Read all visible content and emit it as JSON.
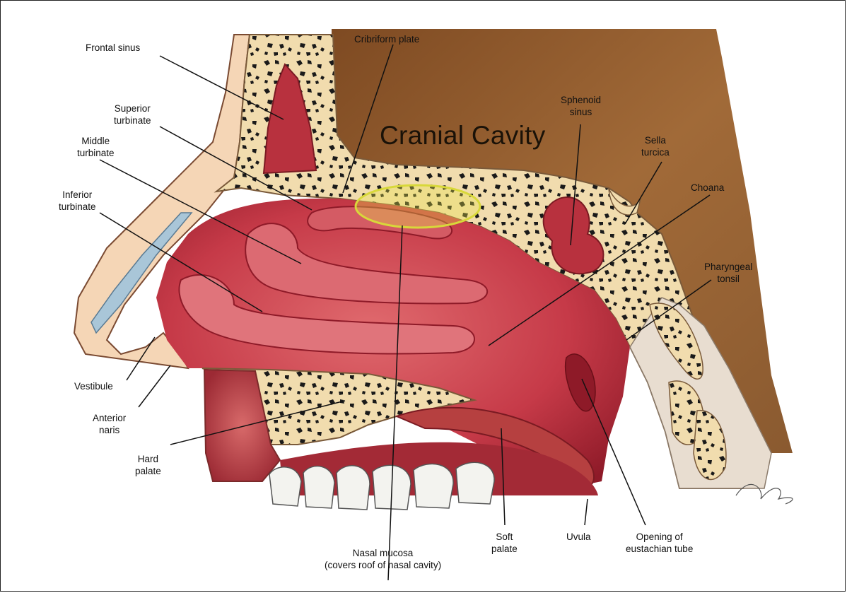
{
  "title": "Cranial Cavity",
  "labels": {
    "frontal_sinus": "Frontal sinus",
    "cribriform_plate": "Cribriform plate",
    "superior_turbinate": "Superior\nturbinate",
    "middle_turbinate": "Middle\nturbinate",
    "inferior_turbinate": "Inferior\nturbinate",
    "sphenoid_sinus": "Sphenoid\nsinus",
    "sella_turcica": "Sella\nturcica",
    "choana": "Choana",
    "pharyngeal_tonsil": "Pharyngeal\ntonsil",
    "vestibule": "Vestibule",
    "anterior_naris": "Anterior\nnaris",
    "hard_palate": "Hard\npalate",
    "nasal_mucosa": "Nasal mucosa\n(covers roof of nasal cavity)",
    "soft_palate": "Soft\npalate",
    "uvula": "Uvula",
    "eustachian_tube": "Opening of\neustachian tube"
  },
  "colors": {
    "bone": "#f1dcae",
    "mucosa": "#c8394a",
    "mucosa_dark": "#8e1a28",
    "brain": "#9a6535",
    "highlight": "#e8e24a",
    "tooth": "#f3f3ef"
  }
}
